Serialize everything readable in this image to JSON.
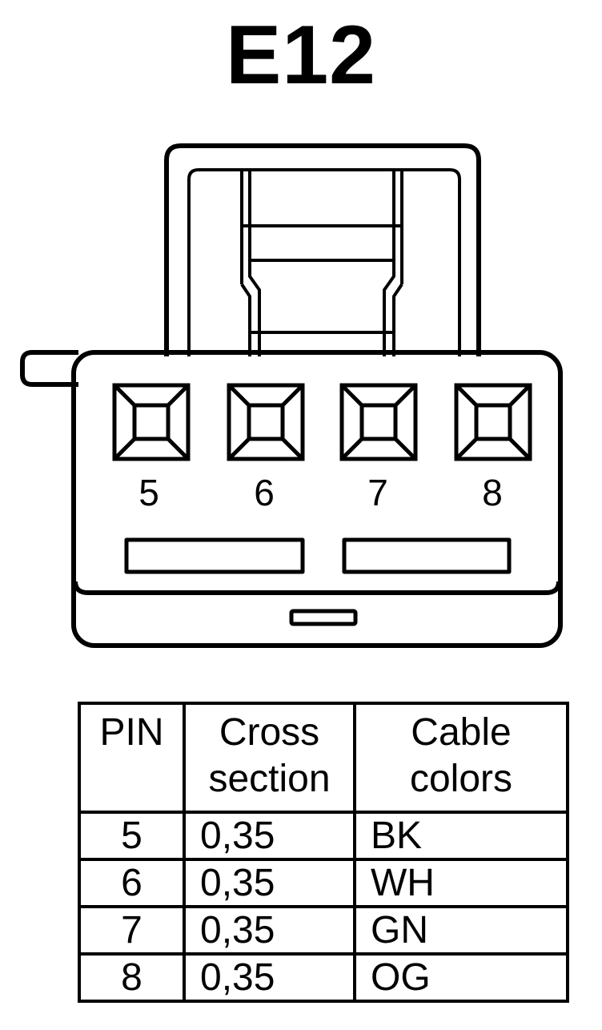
{
  "title": "E12",
  "connector": {
    "pins": [
      "5",
      "6",
      "7",
      "8"
    ]
  },
  "table": {
    "headers": {
      "pin": [
        "PIN"
      ],
      "cross": [
        "Cross",
        "section"
      ],
      "color": [
        "Cable",
        "colors"
      ]
    },
    "rows": [
      {
        "pin": "5",
        "cross": "0,35",
        "color": "BK"
      },
      {
        "pin": "6",
        "cross": "0,35",
        "color": "WH"
      },
      {
        "pin": "7",
        "cross": "0,35",
        "color": "GN"
      },
      {
        "pin": "8",
        "cross": "0,35",
        "color": "OG"
      }
    ]
  }
}
